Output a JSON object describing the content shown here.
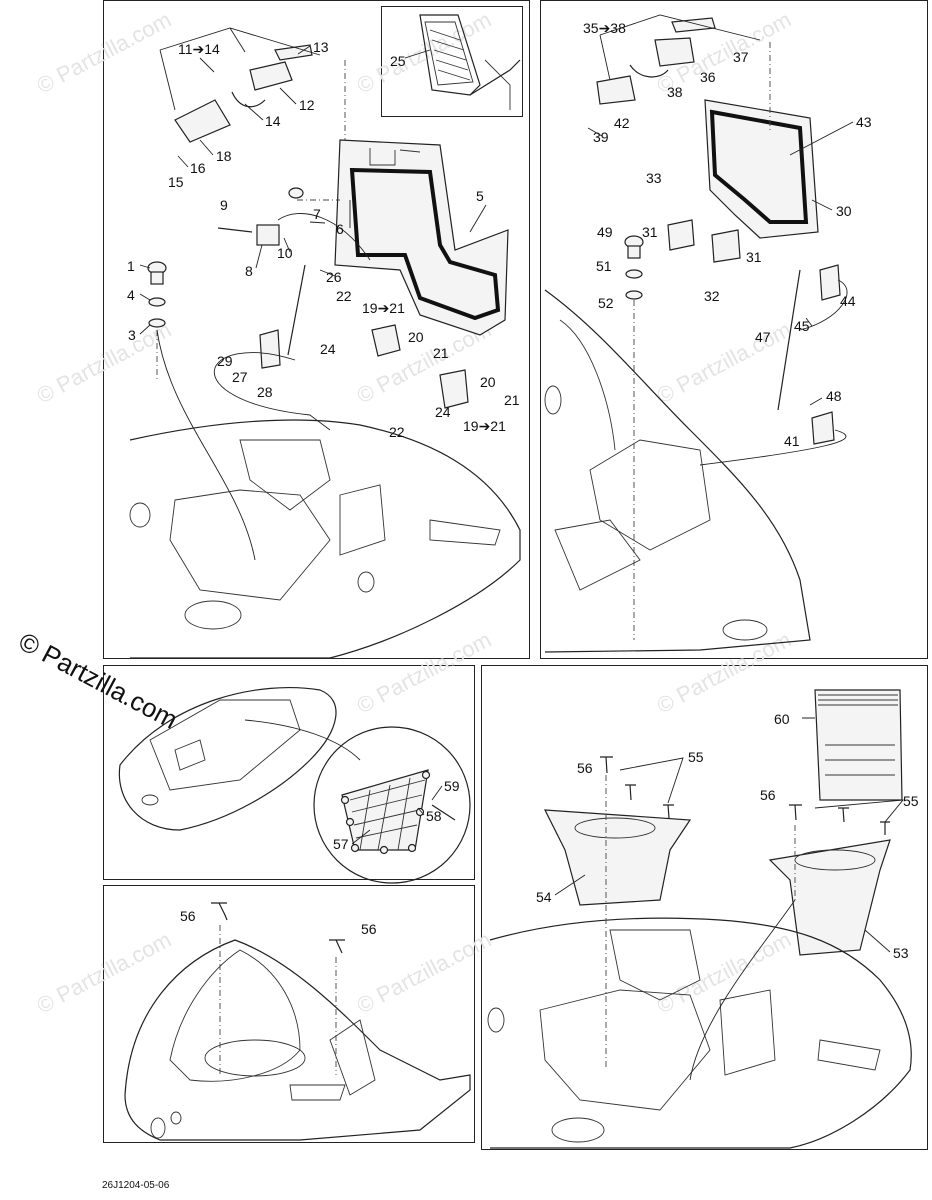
{
  "watermark": {
    "main": "© Partzilla.com",
    "repeat": "© Partzilla.com"
  },
  "diagram_code": "26J1204-05-06",
  "panels": {
    "top_left": {
      "labels": [
        "11➔14",
        "13",
        "25",
        "12",
        "14",
        "18",
        "16",
        "15",
        "5",
        "7",
        "9",
        "6",
        "8",
        "10",
        "26",
        "1",
        "4",
        "3",
        "22",
        "19➔21",
        "20",
        "24",
        "21",
        "29",
        "27",
        "28",
        "20",
        "21",
        "24",
        "22",
        "19➔21"
      ]
    },
    "top_right": {
      "labels": [
        "35➔38",
        "37",
        "36",
        "38",
        "42",
        "39",
        "43",
        "33",
        "30",
        "49",
        "31",
        "31",
        "51",
        "52",
        "32",
        "44",
        "45",
        "47",
        "48",
        "41"
      ]
    },
    "mid_left": {
      "labels": [
        "59",
        "58",
        "57"
      ]
    },
    "bottom_left": {
      "labels": [
        "56",
        "56"
      ]
    },
    "right_bottom": {
      "labels": [
        "60",
        "56",
        "55",
        "56",
        "55",
        "54",
        "53"
      ]
    }
  }
}
